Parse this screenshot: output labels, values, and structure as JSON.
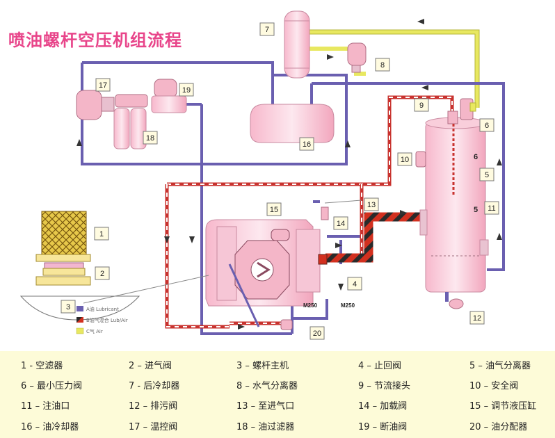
{
  "title": "喷油螺杆空压机组流程",
  "legend": {
    "items": [
      {
        "label": "A油 Lubricant",
        "color": "#6a5fb0"
      },
      {
        "label": "B油气混合 Lub/Air",
        "color": "#c8322e"
      },
      {
        "label": "C气 Air",
        "color": "#e8e860"
      }
    ]
  },
  "valve_labels": [
    "M250",
    "M250"
  ],
  "markers": [
    "1",
    "2",
    "3",
    "4",
    "5",
    "6",
    "7",
    "8",
    "9",
    "10",
    "11",
    "12",
    "13",
    "14",
    "15",
    "16",
    "17",
    "18",
    "19",
    "20",
    "6",
    "5"
  ],
  "parts": [
    {
      "num": "1",
      "text": "1 - 空滤器"
    },
    {
      "num": "2",
      "text": "2 – 进气阀"
    },
    {
      "num": "3",
      "text": "3 – 螺杆主机"
    },
    {
      "num": "4",
      "text": "4 – 止回阀"
    },
    {
      "num": "5",
      "text": "5 – 油气分离器"
    },
    {
      "num": "6",
      "text": "6 – 最小压力阀"
    },
    {
      "num": "7",
      "text": "7 -  后冷却器"
    },
    {
      "num": "8",
      "text": "8 – 水气分离器"
    },
    {
      "num": "9",
      "text": "9 – 节流接头"
    },
    {
      "num": "10",
      "text": "10 – 安全阀"
    },
    {
      "num": "11",
      "text": "11 – 注油口"
    },
    {
      "num": "12",
      "text": "12 – 排污阀"
    },
    {
      "num": "13",
      "text": "13 – 至进气口"
    },
    {
      "num": "14",
      "text": "14 – 加载阀"
    },
    {
      "num": "15",
      "text": "15 – 调节液压缸"
    },
    {
      "num": "16",
      "text": "16 – 油冷却器"
    },
    {
      "num": "17",
      "text": "17 – 温控阀"
    },
    {
      "num": "18",
      "text": "18 – 油过滤器"
    },
    {
      "num": "19",
      "text": "19 – 断油阀"
    },
    {
      "num": "20",
      "text": "20 – 油分配器"
    }
  ]
}
